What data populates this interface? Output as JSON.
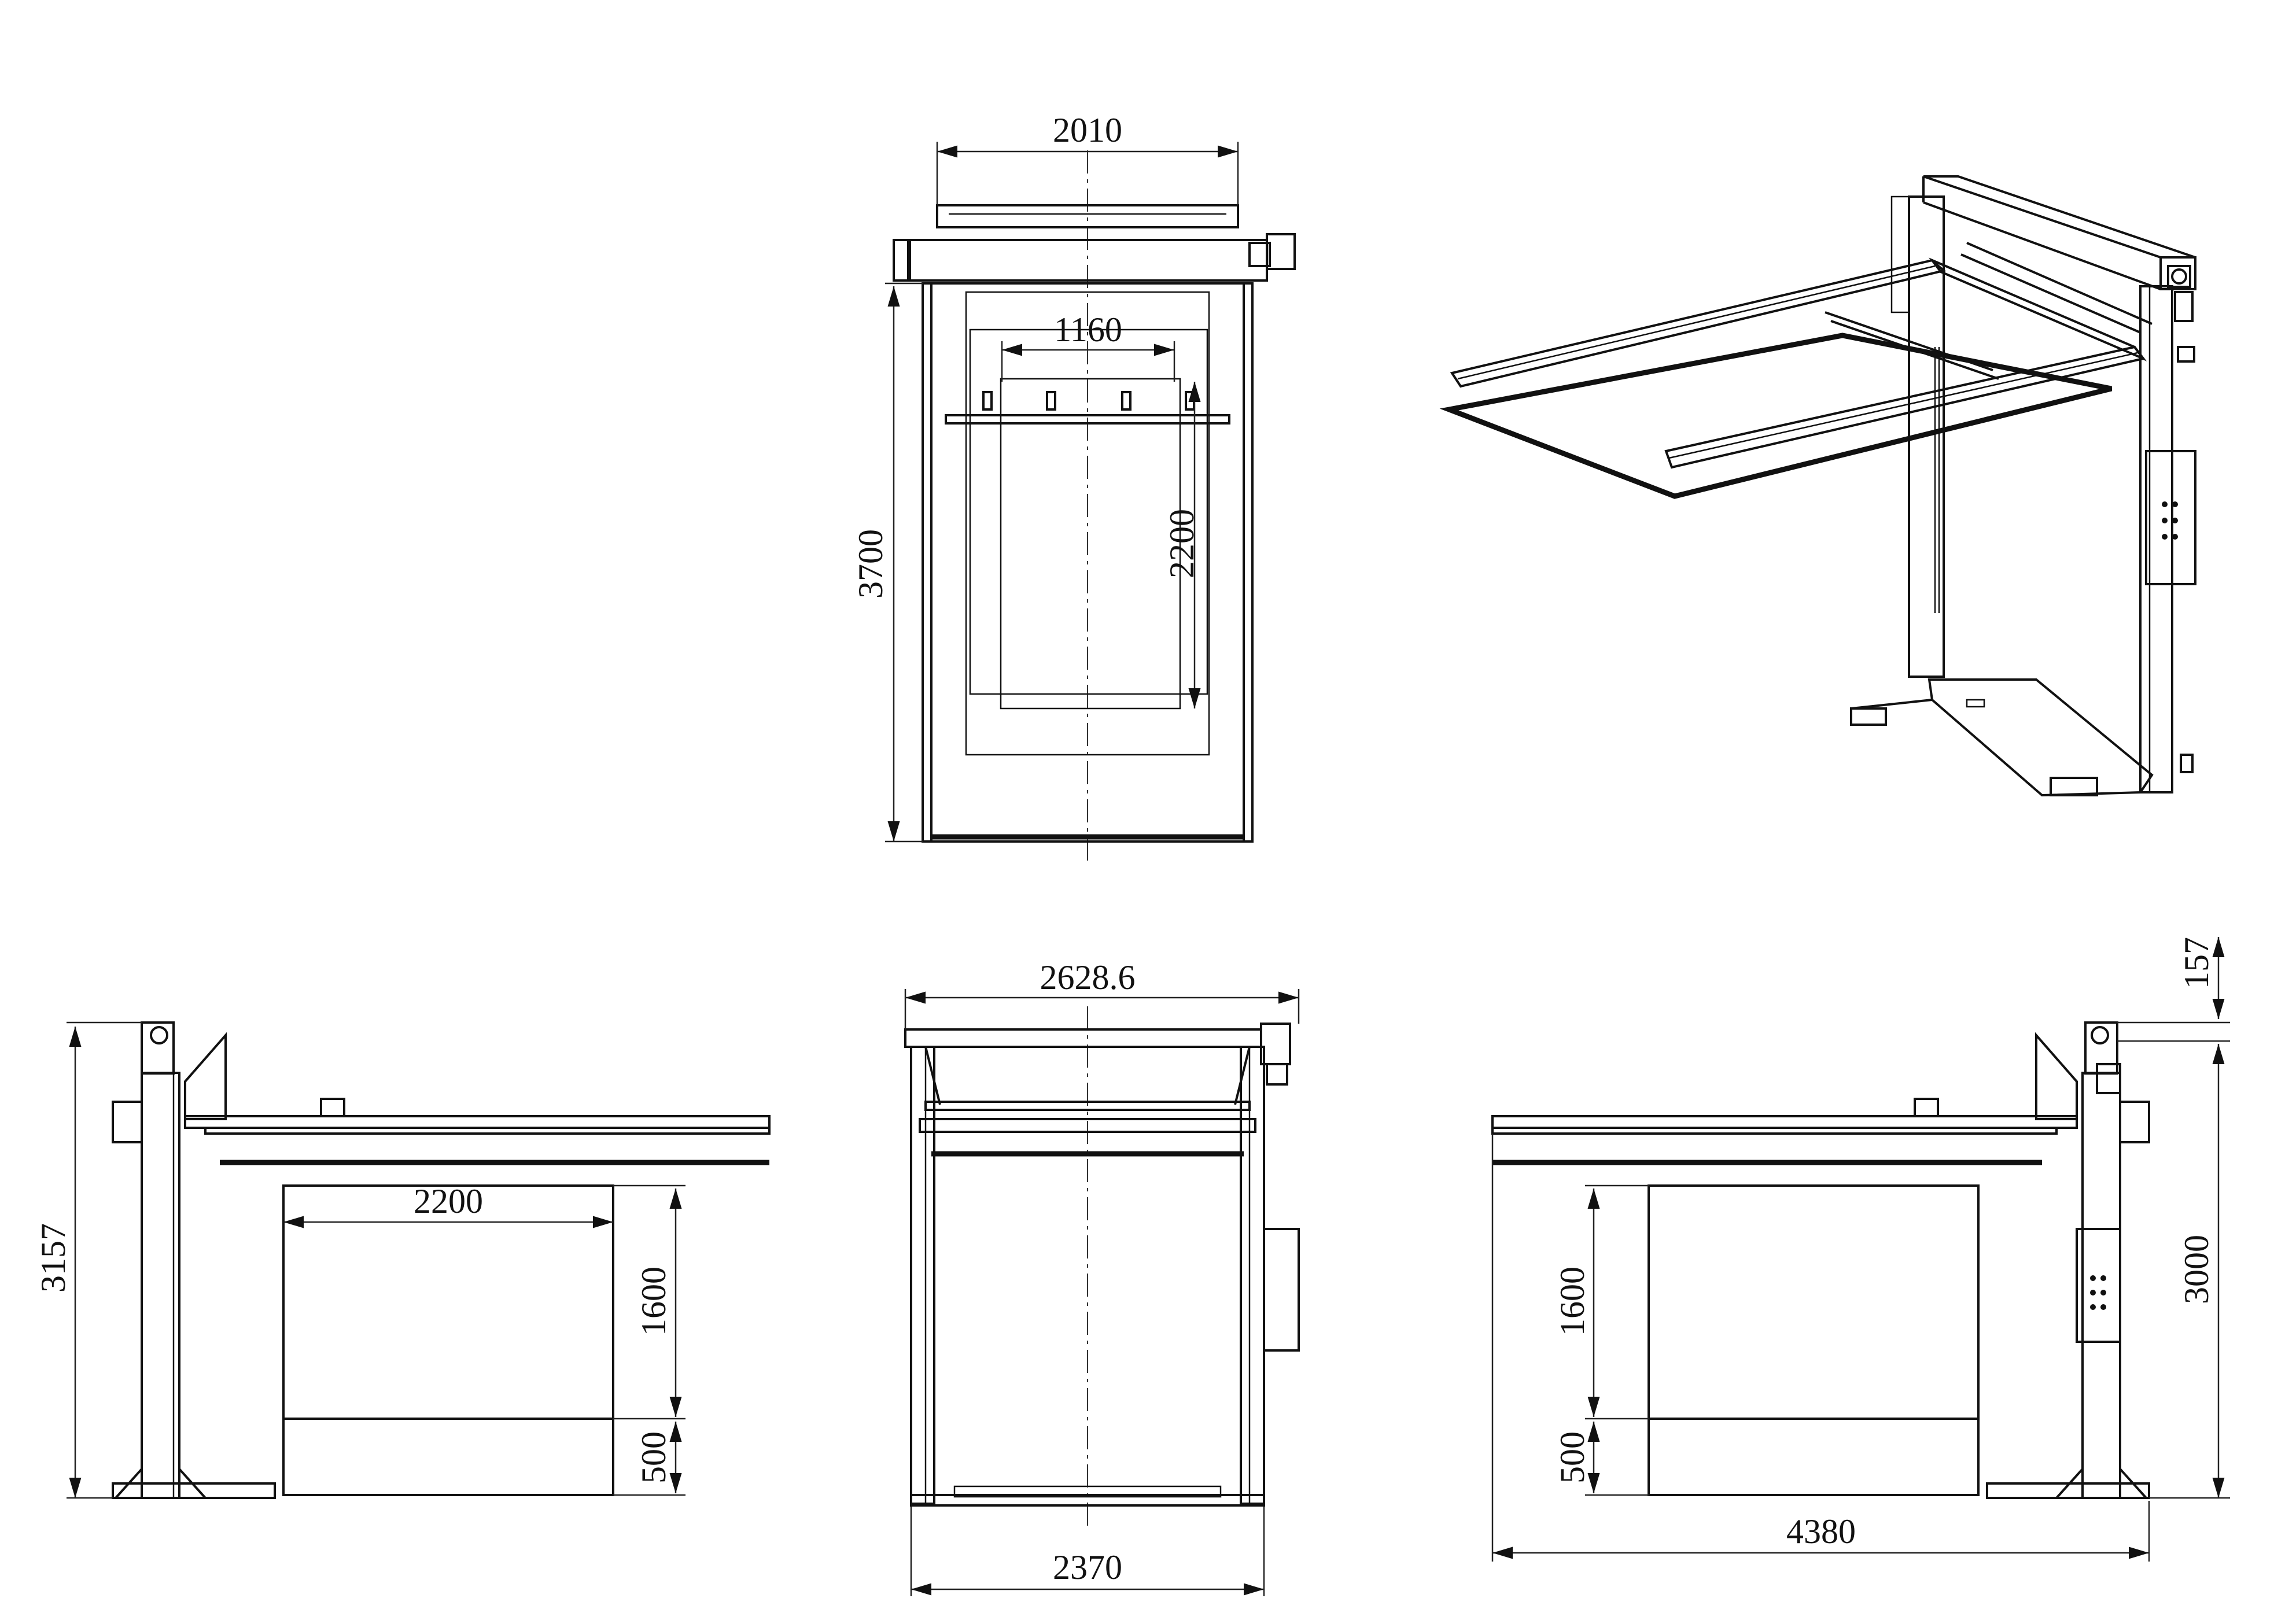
{
  "dimensions": {
    "top_width": "2010",
    "top_inner_width": "1160",
    "top_height": "3700",
    "top_inner_height": "2200",
    "front_top_width": "2628.6",
    "front_bottom_width": "2370",
    "left_height": "3157",
    "left_inner_width": "2200",
    "left_box_height": "1600",
    "left_base_height": "500",
    "right_top_offset": "157",
    "right_height": "3000",
    "right_box_height": "1600",
    "right_base_height": "500",
    "right_width": "4380"
  }
}
